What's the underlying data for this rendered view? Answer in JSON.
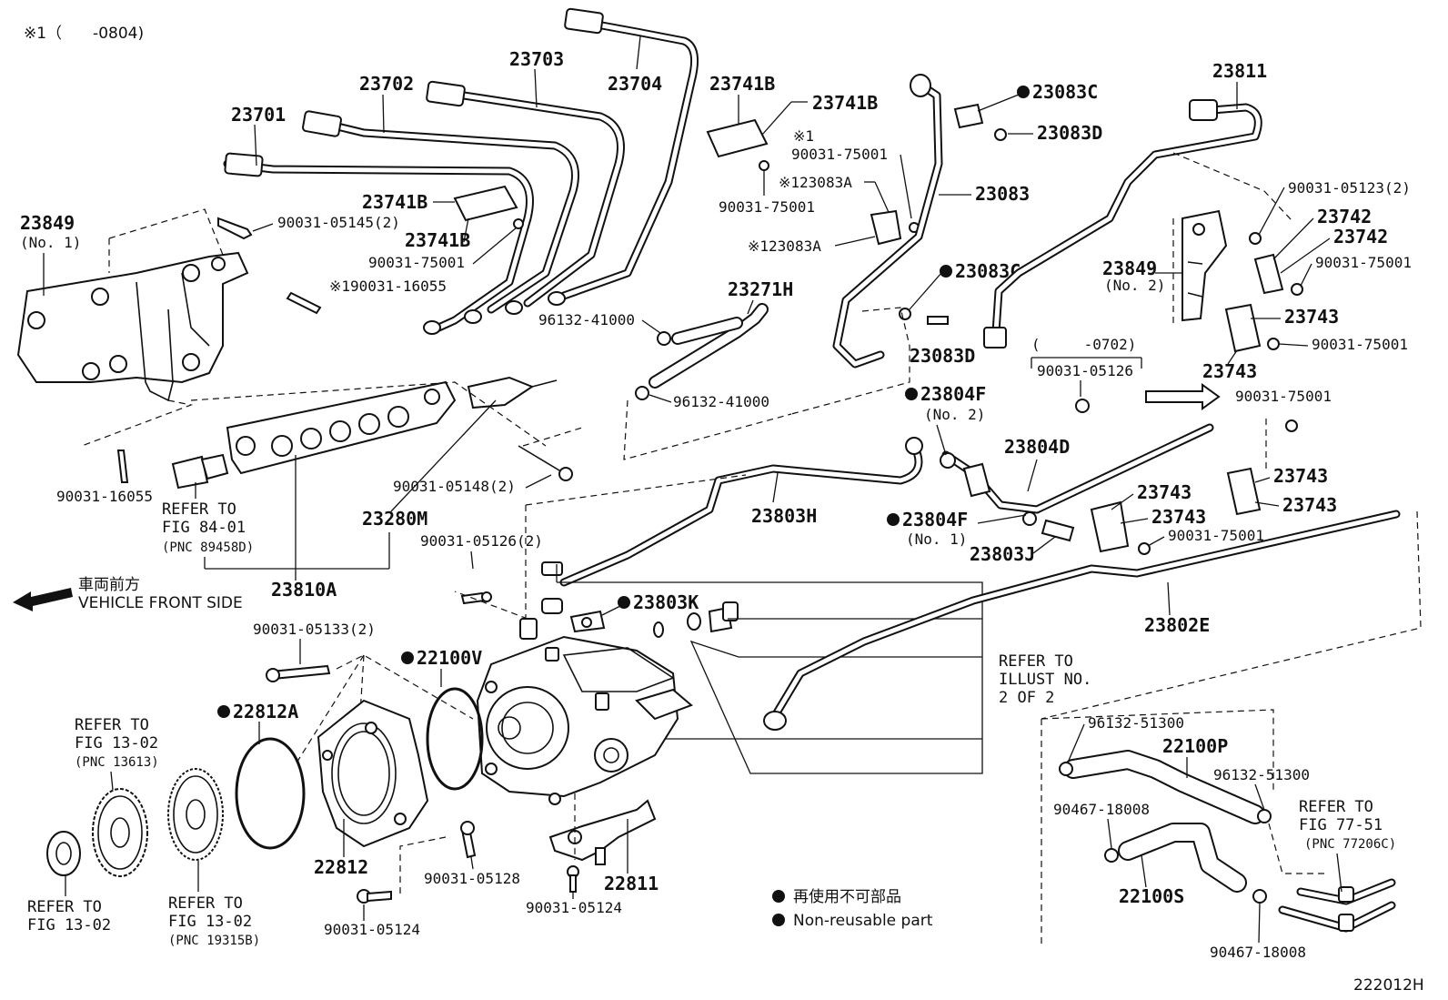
{
  "top_note": "※1（　　-0804)",
  "figure_id": "222012H",
  "front_arrow": {
    "ja": "車両前方",
    "en": "VEHICLE FRONT SIDE"
  },
  "legend": {
    "ja": "再使用不可部品",
    "en": "Non-reusable part"
  },
  "range_note": "(　　　-0702)",
  "refer_illust": [
    "REFER TO",
    "ILLUST NO.",
    "2 OF 2"
  ],
  "labels": {
    "p23701": "23701",
    "p23702": "23702",
    "p23703": "23703",
    "p23704": "23704",
    "p23741b_a": "23741B",
    "p23741b_b": "23741B",
    "p23741b_c": "23741B",
    "p23741b_d": "23741B",
    "m1": "※1",
    "p90031_75001_a": "90031-75001",
    "p90031_75001_b": "90031-75001",
    "p23083a_1": "※123083A",
    "p23083a_2": "※123083A",
    "p23083c_a": "23083C",
    "p23083d_a": "23083D",
    "p23083": "23083",
    "p23083c_b": "23083C",
    "p23083d_b": "23083D",
    "p23811": "23811",
    "p90031_05123": "90031-05123(2)",
    "p23742_a": "23742",
    "p23742_b": "23742",
    "p90031_75001_c": "90031-75001",
    "p23849_2": "23849",
    "no2": "(No. 2)",
    "p23743_a": "23743",
    "p90031_75001_d": "90031-75001",
    "p23743_b": "23743",
    "p90031_05126_top": "90031-05126",
    "p90031_75001_e": "90031-75001",
    "p23849_1": "23849",
    "no1": "(No. 1)",
    "p90031_05145": "90031-05145(2)",
    "p90031_75001_f": "90031-75001",
    "p90031_16055_a": "※190031-16055",
    "p23271h": "23271H",
    "p96132_41000_a": "96132-41000",
    "p96132_41000_b": "96132-41000",
    "p23804f_a": "23804F",
    "no2b": "(No. 2)",
    "p23804d": "23804D",
    "p23743_c": "23743",
    "p23743_d": "23743",
    "p23743_e": "23743",
    "p23743_f": "23743",
    "p90031_75001_g": "90031-75001",
    "p23804f_b": "23804F",
    "no1b": "(No. 1)",
    "p23803j": "23803J",
    "p90031_16055_b": "90031-16055",
    "refer_fig84": [
      "REFER TO",
      "FIG 84-01",
      "(PNC 89458D)"
    ],
    "p90031_05148": "90031-05148(2)",
    "p23280m": "23280M",
    "p23810a": "23810A",
    "p90031_05126_2": "90031-05126(2)",
    "p23803h": "23803H",
    "p23803k": "23803K",
    "p23802e": "23802E",
    "p90031_05133": "90031-05133(2)",
    "p22100v": "22100V",
    "p22812a": "22812A",
    "refer_fig13a": [
      "REFER TO",
      "FIG 13-02",
      "(PNC 13613)"
    ],
    "refer_fig13b": [
      "REFER TO",
      "FIG 13-02"
    ],
    "refer_fig13c": [
      "REFER TO",
      "FIG 13-02",
      "(PNC 19315B)"
    ],
    "p22812": "22812",
    "p90031_05124_a": "90031-05124",
    "p90031_05128": "90031-05128",
    "p90031_05124_b": "90031-05124",
    "p22811": "22811",
    "p96132_51300_a": "96132-51300",
    "p22100p": "22100P",
    "p96132_51300_b": "96132-51300",
    "p90467_18008_a": "90467-18008",
    "p22100s": "22100S",
    "p90467_18008_b": "90467-18008",
    "refer_fig77": [
      "REFER TO",
      "FIG 77-51",
      "(PNC 77206C)"
    ]
  }
}
